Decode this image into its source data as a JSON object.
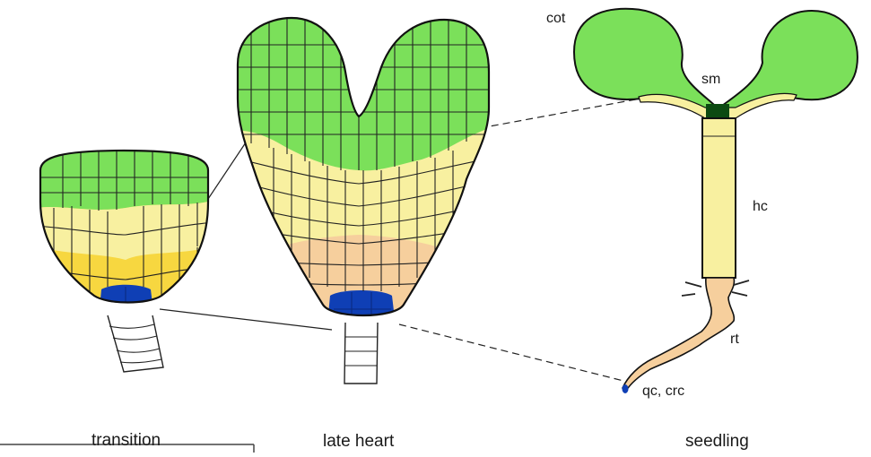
{
  "stages": {
    "transition": "transition",
    "late_heart": "late heart",
    "seedling": "seedling"
  },
  "parts": {
    "cot": "cot",
    "sm": "sm",
    "hc": "hc",
    "rt": "rt",
    "qc_crc": "qc, crc"
  },
  "colors": {
    "cotyledon_green": "#7be05a",
    "hypocotyl_yellow": "#f8f0a0",
    "central_yellow": "#f7d740",
    "root_peach": "#f6cf9d",
    "root_meristem_blue": "#0f3fb5",
    "shoot_meristem_green": "#0c4a12",
    "suspensor_white": "#ffffff"
  }
}
